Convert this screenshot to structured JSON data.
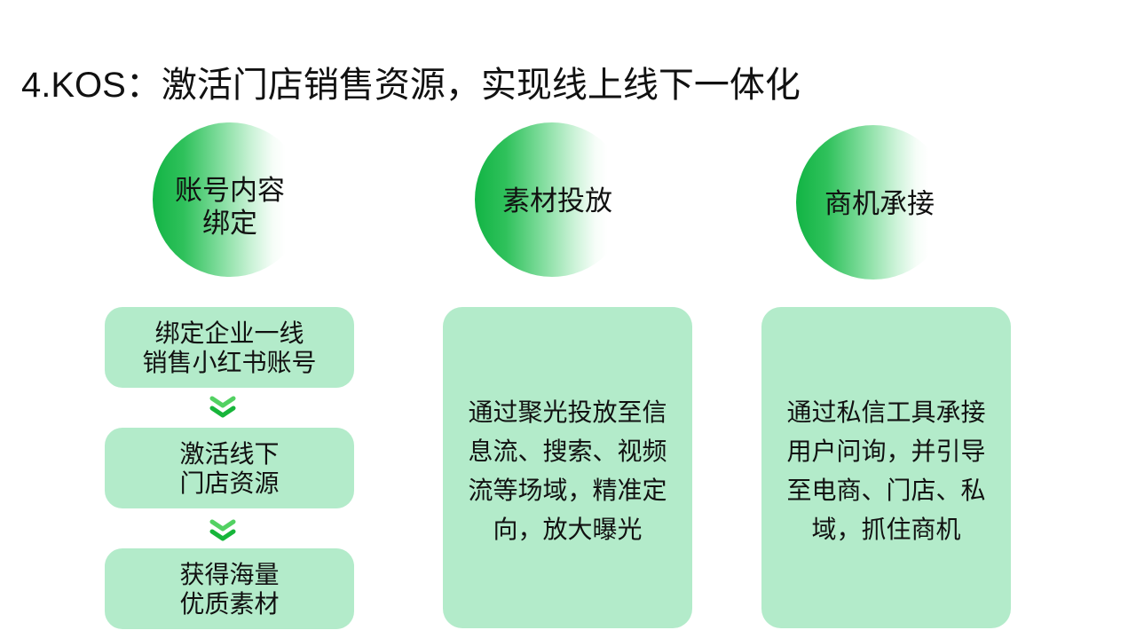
{
  "title": "4.KOS：激活门店销售资源，实现线上线下一体化",
  "colors": {
    "circle_green": "#12b444",
    "box_fill": "#b3ebca",
    "chevron_light": "#52d162",
    "chevron_dark": "#17b53a",
    "text": "#111111"
  },
  "icons": {
    "step_arrow": "double-chevron-down-icon"
  },
  "columns": [
    {
      "circle_lines": [
        "账号内容",
        "绑定"
      ],
      "steps": [
        {
          "lines": [
            "绑定企业一线",
            "销售小红书账号"
          ]
        },
        {
          "lines": [
            "激活线下",
            "门店资源"
          ]
        },
        {
          "lines": [
            "获得海量",
            "优质素材"
          ]
        }
      ]
    },
    {
      "circle_lines": [
        "素材投放"
      ],
      "box_lines": [
        "通过聚光投放至信",
        "息流、搜索、视频",
        "流等场域，精准定",
        "向，放大曝光"
      ]
    },
    {
      "circle_lines": [
        "商机承接"
      ],
      "box_lines": [
        "通过私信工具承接",
        "用户问询，并引导",
        "至电商、门店、私",
        "域，抓住商机"
      ]
    }
  ]
}
